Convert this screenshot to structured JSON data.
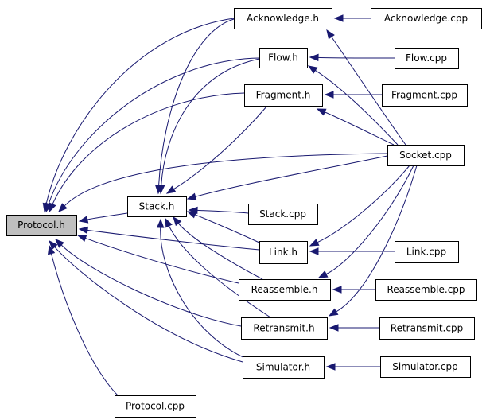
{
  "diagram": {
    "title": "",
    "colors": {
      "edge": "#191970",
      "node_border": "#000000",
      "selected_fill": "#bfbfbf",
      "node_fill": "#ffffff"
    },
    "selected_node": "protocol_h",
    "nodes": [
      {
        "id": "protocol_h",
        "label": "Protocol.h"
      },
      {
        "id": "protocol_cpp",
        "label": "Protocol.cpp"
      },
      {
        "id": "stack_h",
        "label": "Stack.h"
      },
      {
        "id": "stack_cpp",
        "label": "Stack.cpp"
      },
      {
        "id": "ack_h",
        "label": "Acknowledge.h"
      },
      {
        "id": "ack_cpp",
        "label": "Acknowledge.cpp"
      },
      {
        "id": "flow_h",
        "label": "Flow.h"
      },
      {
        "id": "flow_cpp",
        "label": "Flow.cpp"
      },
      {
        "id": "frag_h",
        "label": "Fragment.h"
      },
      {
        "id": "frag_cpp",
        "label": "Fragment.cpp"
      },
      {
        "id": "socket_cpp",
        "label": "Socket.cpp"
      },
      {
        "id": "link_h",
        "label": "Link.h"
      },
      {
        "id": "link_cpp",
        "label": "Link.cpp"
      },
      {
        "id": "reas_h",
        "label": "Reassemble.h"
      },
      {
        "id": "reas_cpp",
        "label": "Reassemble.cpp"
      },
      {
        "id": "retr_h",
        "label": "Retransmit.h"
      },
      {
        "id": "retr_cpp",
        "label": "Retransmit.cpp"
      },
      {
        "id": "sim_h",
        "label": "Simulator.h"
      },
      {
        "id": "sim_cpp",
        "label": "Simulator.cpp"
      }
    ],
    "edges": [
      {
        "from": "protocol_cpp",
        "to": "protocol_h"
      },
      {
        "from": "stack_h",
        "to": "protocol_h"
      },
      {
        "from": "ack_h",
        "to": "protocol_h"
      },
      {
        "from": "flow_h",
        "to": "protocol_h"
      },
      {
        "from": "frag_h",
        "to": "protocol_h"
      },
      {
        "from": "socket_cpp",
        "to": "protocol_h"
      },
      {
        "from": "link_h",
        "to": "protocol_h"
      },
      {
        "from": "reas_h",
        "to": "protocol_h"
      },
      {
        "from": "retr_h",
        "to": "protocol_h"
      },
      {
        "from": "sim_h",
        "to": "protocol_h"
      },
      {
        "from": "stack_cpp",
        "to": "stack_h"
      },
      {
        "from": "ack_h",
        "to": "stack_h"
      },
      {
        "from": "flow_h",
        "to": "stack_h"
      },
      {
        "from": "frag_h",
        "to": "stack_h"
      },
      {
        "from": "socket_cpp",
        "to": "stack_h"
      },
      {
        "from": "link_h",
        "to": "stack_h"
      },
      {
        "from": "reas_h",
        "to": "stack_h"
      },
      {
        "from": "retr_h",
        "to": "stack_h"
      },
      {
        "from": "sim_h",
        "to": "stack_h"
      },
      {
        "from": "ack_cpp",
        "to": "ack_h"
      },
      {
        "from": "socket_cpp",
        "to": "ack_h"
      },
      {
        "from": "flow_cpp",
        "to": "flow_h"
      },
      {
        "from": "socket_cpp",
        "to": "flow_h"
      },
      {
        "from": "frag_cpp",
        "to": "frag_h"
      },
      {
        "from": "socket_cpp",
        "to": "frag_h"
      },
      {
        "from": "link_cpp",
        "to": "link_h"
      },
      {
        "from": "socket_cpp",
        "to": "link_h"
      },
      {
        "from": "reas_cpp",
        "to": "reas_h"
      },
      {
        "from": "socket_cpp",
        "to": "reas_h"
      },
      {
        "from": "retr_cpp",
        "to": "retr_h"
      },
      {
        "from": "socket_cpp",
        "to": "retr_h"
      },
      {
        "from": "sim_cpp",
        "to": "sim_h"
      }
    ]
  }
}
